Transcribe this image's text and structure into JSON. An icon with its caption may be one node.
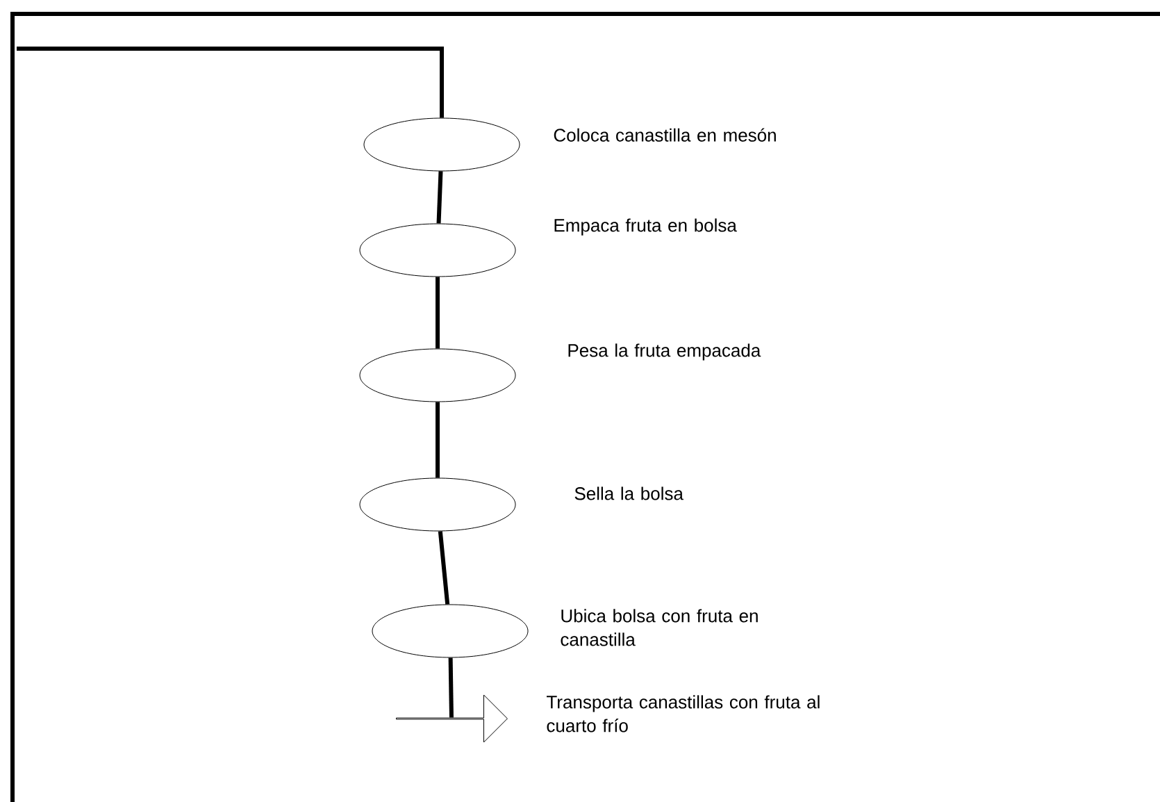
{
  "diagram": {
    "nodes": [
      {
        "text": [],
        "shape": "ellipse",
        "beside": [
          "Coloca canastilla en mesón"
        ]
      },
      {
        "text": [],
        "shape": "ellipse",
        "beside": [
          "Empaca fruta en bolsa"
        ]
      },
      {
        "text": [],
        "shape": "ellipse",
        "beside": [
          "Pesa la fruta empacada"
        ]
      },
      {
        "text": [],
        "shape": "ellipse",
        "beside": [
          "Sella la bolsa"
        ]
      },
      {
        "text": [],
        "shape": "ellipse",
        "beside": [
          "Ubica bolsa con fruta en canastilla"
        ]
      },
      {
        "text": [],
        "shape": "arrow",
        "beside": [
          "Transporta canastillas con fruta al cuarto frío"
        ]
      }
    ],
    "edges": [
      {
        "from": null,
        "to": 0,
        "arrow": "none"
      },
      {
        "from": 0,
        "to": 1,
        "arrow": "none"
      },
      {
        "from": 1,
        "to": 2,
        "arrow": "none"
      },
      {
        "from": 2,
        "to": 3,
        "arrow": "none"
      },
      {
        "from": 3,
        "to": 4,
        "arrow": "none"
      },
      {
        "from": 4,
        "to": 5,
        "arrow": "none"
      }
    ]
  }
}
